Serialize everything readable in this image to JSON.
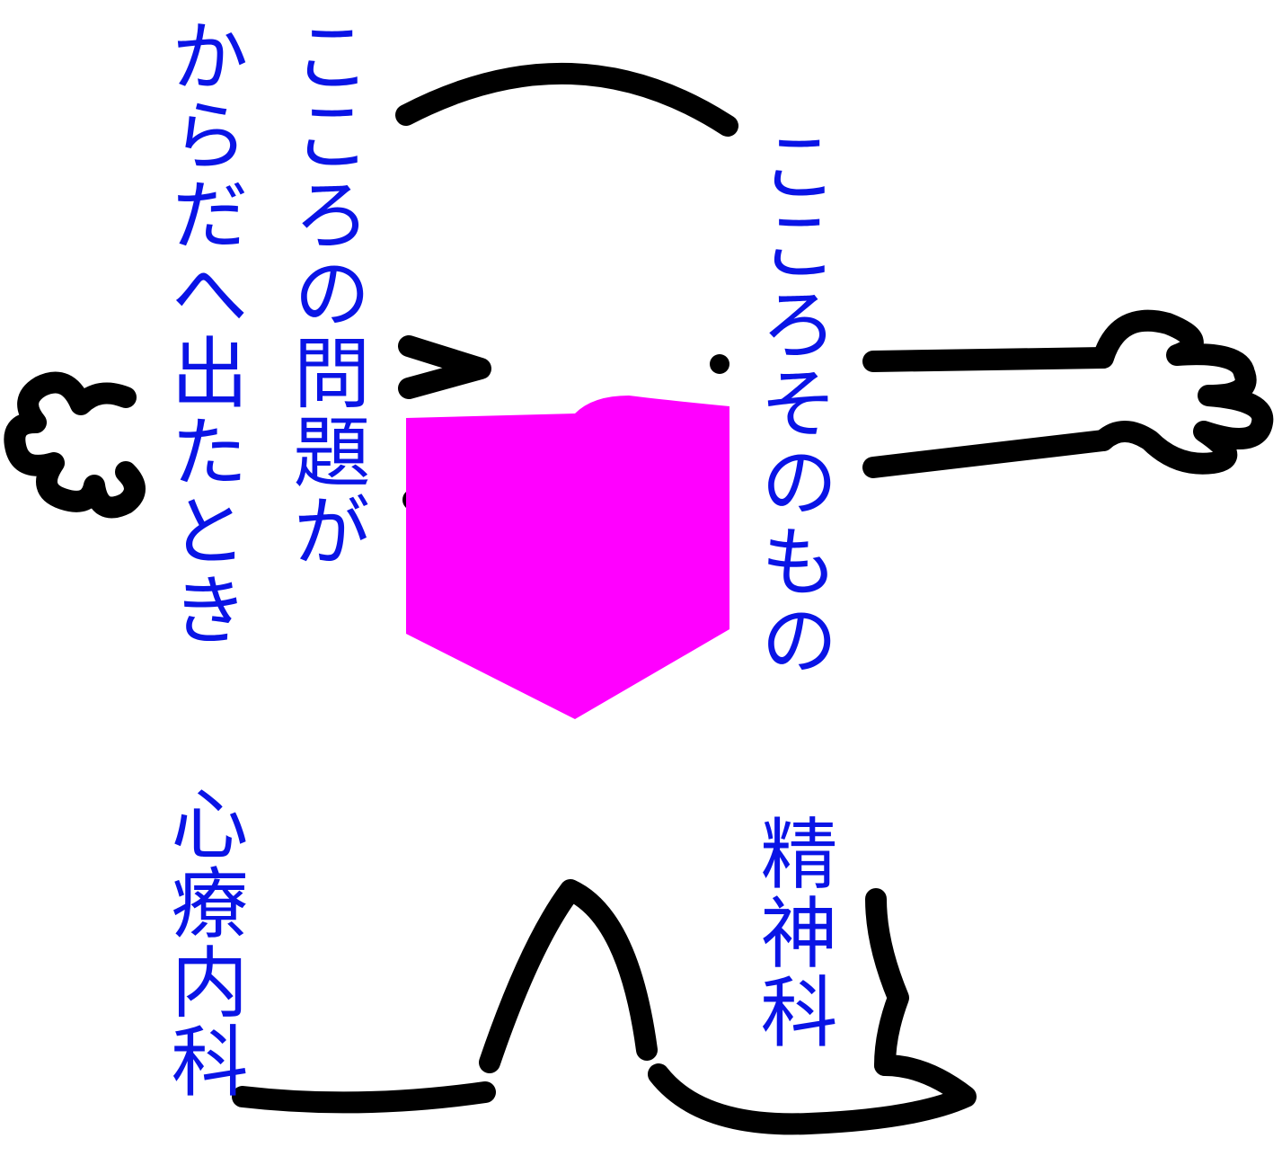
{
  "colors": {
    "text": "#0a14e6",
    "heart": "#ff00ff",
    "ink": "#000000",
    "background": "#ffffff"
  },
  "left_group": {
    "line1": "こころの問題が",
    "line2": "からだへ出たとき",
    "department": "心療内科"
  },
  "right_group": {
    "line1": "こころそのもの",
    "department": "精神科"
  }
}
